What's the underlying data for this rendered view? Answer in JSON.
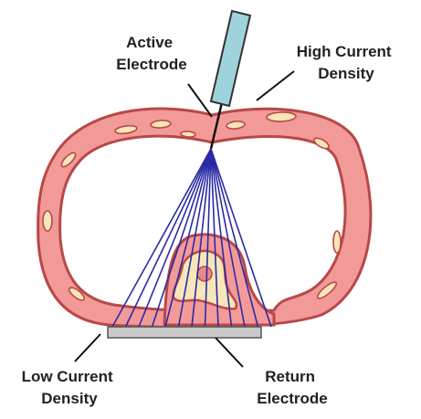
{
  "labels": {
    "active_electrode": [
      "Active",
      "Electrode"
    ],
    "high_current_density": [
      "High Current",
      "Density"
    ],
    "low_current_density": [
      "Low Current",
      "Density"
    ],
    "return_electrode": [
      "Return",
      "Electrode"
    ]
  },
  "colors": {
    "tissue_fill": "#f29a98",
    "tissue_outline": "#b84848",
    "fat_lobule": "#f7e6b8",
    "current_lines": "#2b2ba6",
    "electrode_tip": "#9fd3dc",
    "return_plate": "#c9c9c9",
    "leader_lines": "#111111"
  },
  "current_lines_count": 13
}
